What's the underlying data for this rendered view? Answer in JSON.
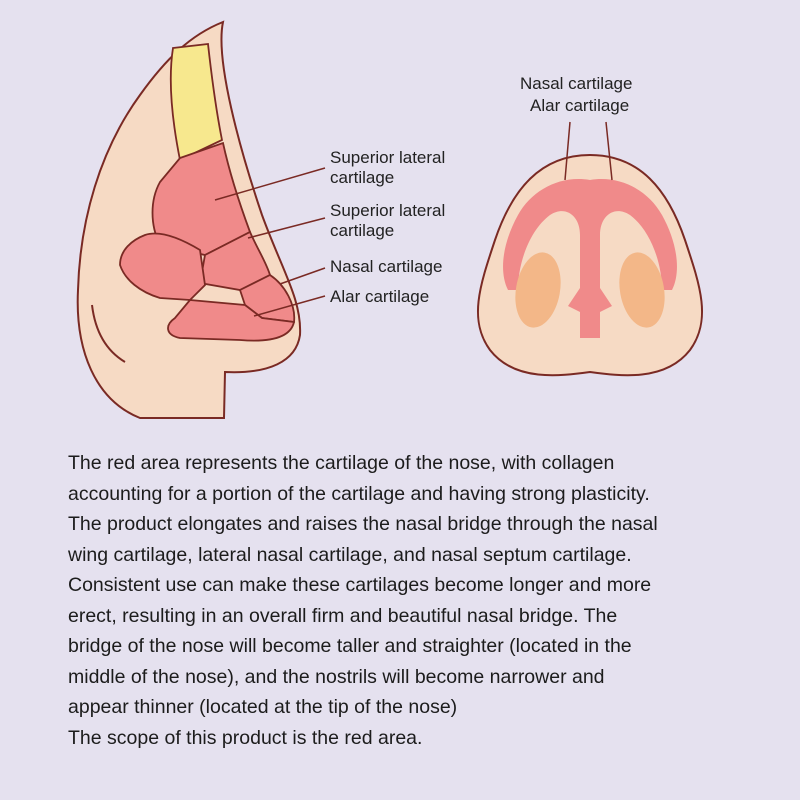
{
  "side_view": {
    "labels": [
      {
        "line1": "Superior lateral",
        "line2": "cartilage"
      },
      {
        "line1": "Superior lateral",
        "line2": "cartilage"
      },
      {
        "line1": "Nasal cartilage"
      },
      {
        "line1": "Alar cartilage"
      }
    ]
  },
  "bottom_view": {
    "labels": [
      "Nasal cartilage",
      "Alar cartilage"
    ]
  },
  "colors": {
    "background": "#e5e1ef",
    "skin": "#f6dac4",
    "outline": "#7a2a24",
    "cartilage": "#f08a8a",
    "bone": "#f7e88e",
    "nostril": "#f3b788"
  },
  "description": {
    "lines": [
      "The red area represents the cartilage of the nose, with collagen",
      "accounting for a portion of the cartilage and having strong plasticity.",
      "The product elongates and raises the nasal bridge through the nasal",
      "wing cartilage, lateral nasal cartilage, and nasal septum cartilage.",
      "Consistent use can make these cartilages become longer and more",
      "erect, resulting in an overall firm and beautiful nasal bridge. The",
      "bridge of the nose will become taller and straighter (located in the",
      "middle of the nose), and the nostrils will become narrower and",
      "appear thinner (located at the tip of the nose)",
      "The scope of this product is the red area."
    ]
  }
}
